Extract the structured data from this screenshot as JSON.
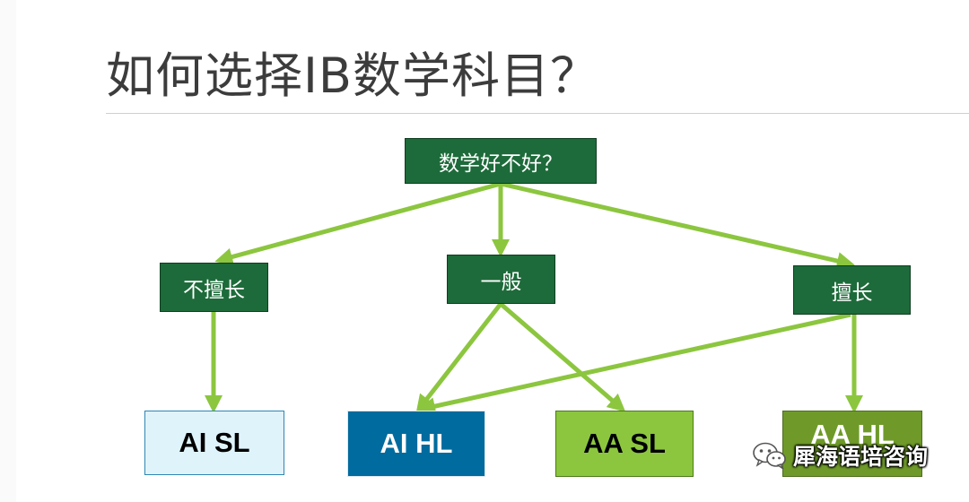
{
  "title": "如何选择IB数学科目？",
  "nodes": {
    "root": "数学好不好？",
    "weak": "不擅长",
    "average": "一般",
    "strong": "擅长",
    "ai_sl": "AI SL",
    "ai_hl": "AI HL",
    "aa_sl": "AA SL",
    "aa_hl": "AA HL"
  },
  "watermark": "犀海语培咨询",
  "colors": {
    "question_node": "#1d6b3a",
    "arrow": "#8cc63f",
    "ai_sl_fill": "#dff3fb",
    "ai_hl_fill": "#006b9e",
    "aa_sl_fill": "#8cc63f",
    "aa_hl_fill": "#6f9a2a"
  }
}
